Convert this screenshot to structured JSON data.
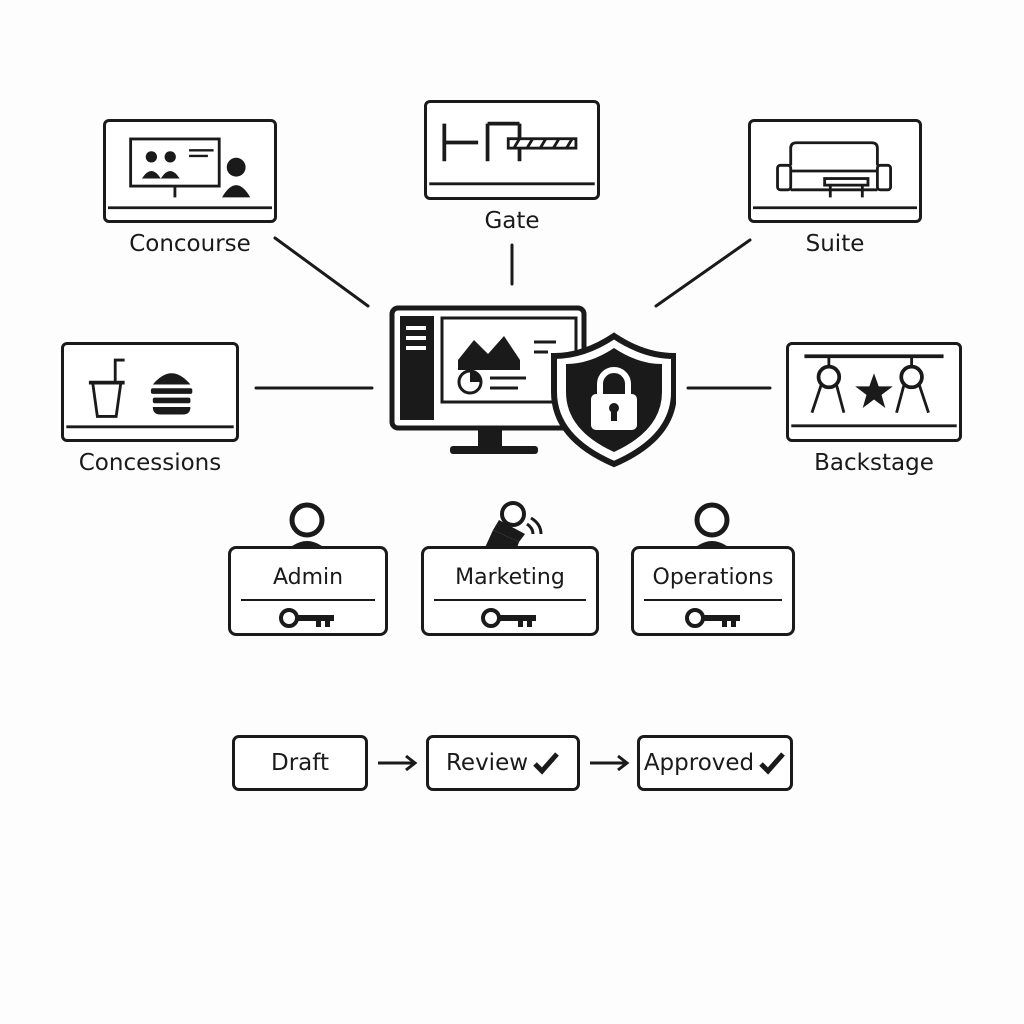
{
  "zones": {
    "concourse": {
      "label": "Concourse",
      "icon": "presentation-audience-icon"
    },
    "gate": {
      "label": "Gate",
      "icon": "turnstile-barrier-icon"
    },
    "suite": {
      "label": "Suite",
      "icon": "sofa-lounge-icon"
    },
    "concessions": {
      "label": "Concessions",
      "icon": "drink-burger-icon"
    },
    "backstage": {
      "label": "Backstage",
      "icon": "stage-spotlights-icon"
    }
  },
  "hub": {
    "icons": [
      "monitor-dashboard-icon",
      "security-shield-lock-icon"
    ]
  },
  "roles": [
    {
      "label": "Admin",
      "icon": "person-icon",
      "key_icon": "key-icon"
    },
    {
      "label": "Marketing",
      "icon": "megaphone-icon",
      "key_icon": "key-icon"
    },
    {
      "label": "Operations",
      "icon": "person-icon",
      "key_icon": "key-icon"
    }
  ],
  "workflow": [
    {
      "label": "Draft",
      "checked": false
    },
    {
      "label": "Review",
      "checked": true
    },
    {
      "label": "Approved",
      "checked": true
    }
  ],
  "colors": {
    "ink": "#1a1a1a",
    "background": "#fdfdfd",
    "panel": "#ffffff"
  }
}
